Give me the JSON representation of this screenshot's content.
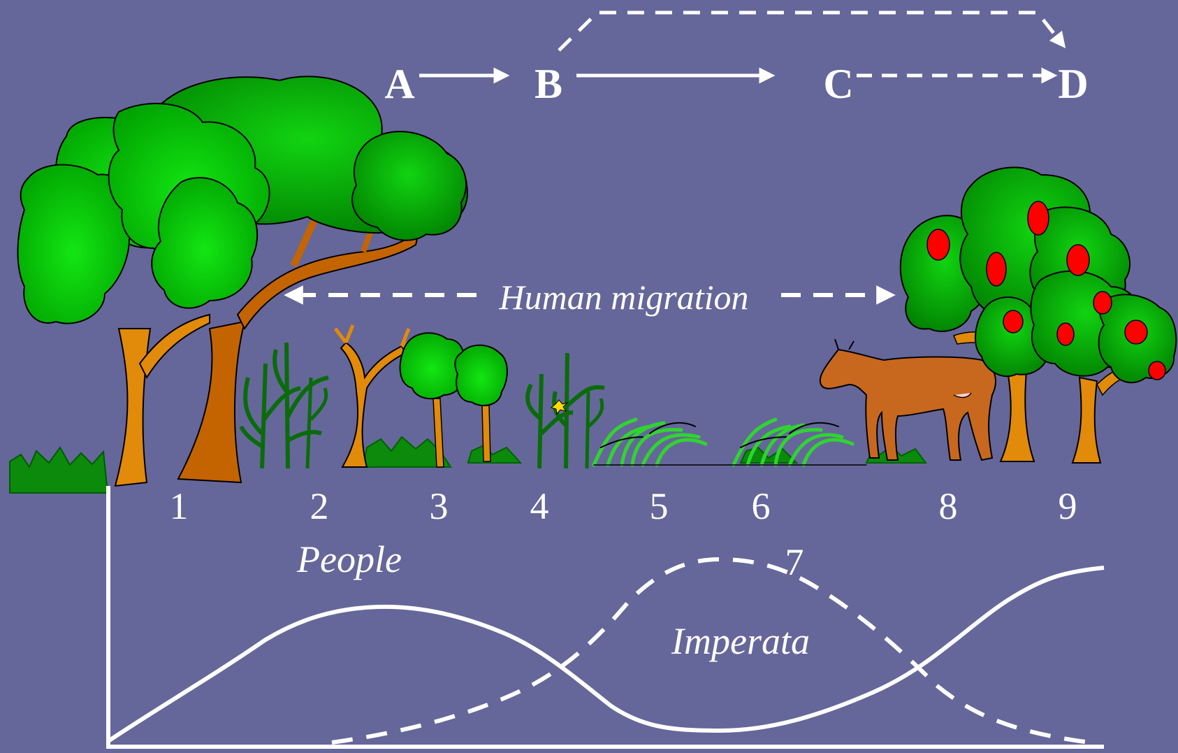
{
  "stages": [
    "A",
    "B",
    "C",
    "D"
  ],
  "stage_numbers": [
    "1",
    "2",
    "3",
    "4",
    "5",
    "6",
    "7",
    "8",
    "9"
  ],
  "labels": {
    "migration": "Human migration",
    "people": "People",
    "imperata": "Imperata"
  },
  "colors": {
    "background": "#65679a",
    "line": "#ffffff",
    "canopy": "#00b800",
    "trunk": "#e28a0a",
    "trunk_dark": "#c86a00",
    "cow": "#c8681e",
    "fruit": "#ff0000"
  },
  "icons": [
    "rainforest-tree-icon",
    "crop-plant-icon",
    "young-tree-icon",
    "imperata-grass-icon",
    "cow-icon",
    "fruit-tree-icon"
  ]
}
